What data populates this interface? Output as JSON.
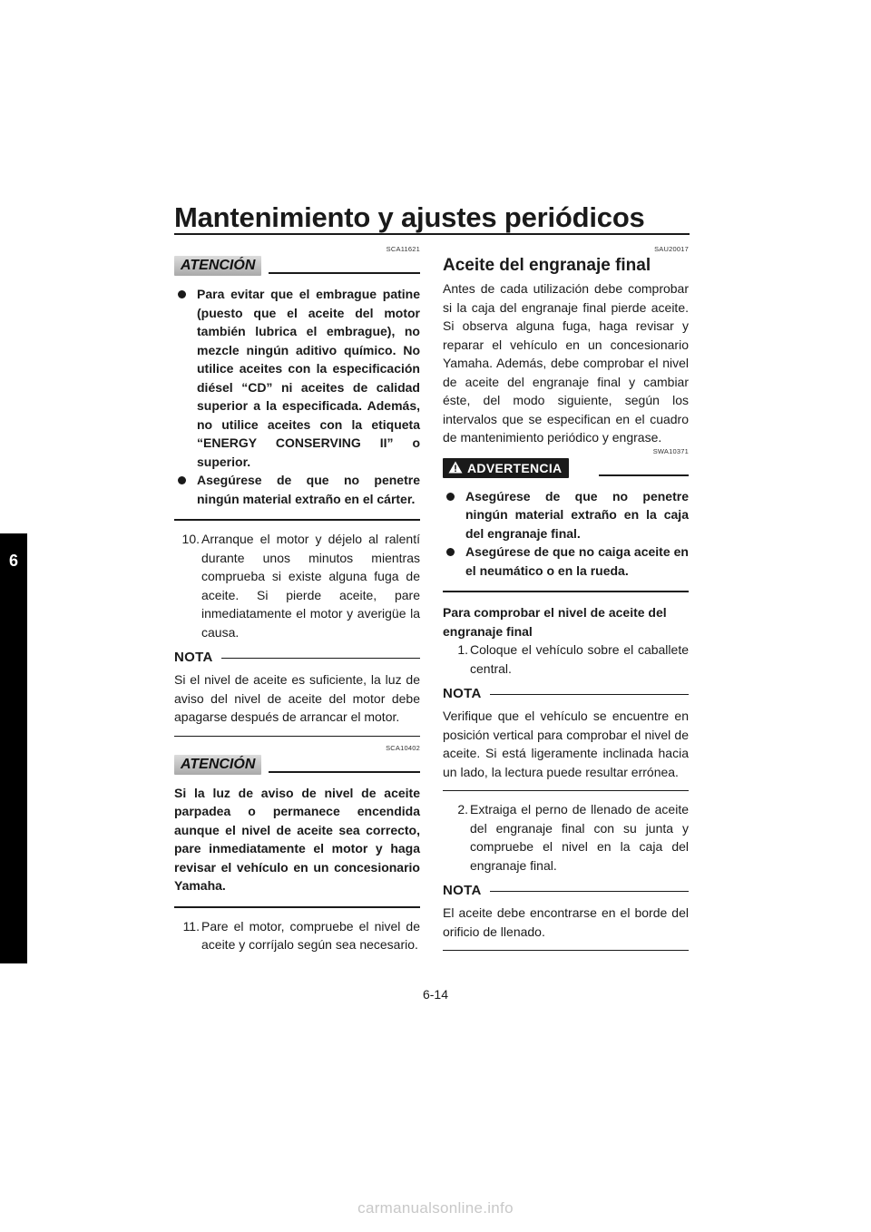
{
  "page": {
    "title": "Mantenimiento y ajustes periódicos",
    "chapter": "6",
    "page_number": "6-14",
    "watermark": "carmanualsonline.info"
  },
  "left": {
    "c1_code": "SCA11621",
    "c1_label": "ATENCIÓN",
    "c1_bullets": [
      "Para evitar que el embrague patine (puesto que el aceite del motor también lubrica el embrague), no mezcle ningún aditivo químico. No utilice aceites con la especificación diésel “CD” ni aceites de calidad superior a la especificada. Además, no utilice aceites con la etiqueta “ENERGY CONSERVING II” o superior.",
      "Asegúrese de que no penetre ningún material extraño en el cárter."
    ],
    "step10_num": "10.",
    "step10_text": "Arranque el motor y déjelo al ralentí durante unos minutos mientras comprueba si existe alguna fuga de aceite. Si pierde aceite, pare inmediatamente el motor y averigüe la causa.",
    "nota1_label": "NOTA",
    "nota1_text": "Si el nivel de aceite es suficiente, la luz de aviso del nivel de aceite del motor debe apagarse después de arrancar el motor.",
    "c2_code": "SCA10402",
    "c2_label": "ATENCIÓN",
    "c2_text": "Si la luz de aviso de nivel de aceite parpadea o permanece encendida aunque el nivel de aceite sea correcto, pare inmediatamente el motor y haga revisar el vehículo en un concesionario Yamaha.",
    "step11_num": "11.",
    "step11_text": "Pare el motor, compruebe el nivel de aceite y corríjalo según sea necesario."
  },
  "right": {
    "sec_code": "SAU20017",
    "heading": "Aceite del engranaje final",
    "intro": "Antes de cada utilización debe comprobar si la caja del engranaje final pierde aceite. Si observa alguna fuga, haga revisar y reparar el vehículo en un concesionario Yamaha. Además, debe comprobar el nivel de aceite del engranaje final y cambiar éste, del modo siguiente, según los intervalos que se especifican en el cuadro de mantenimiento periódico y engrase.",
    "warn_code": "SWA10371",
    "warn_label": "ADVERTENCIA",
    "warn_bullets": [
      "Asegúrese de que no penetre ningún material extraño en la caja del engranaje final.",
      "Asegúrese de que no caiga aceite en el neumático o en la rueda."
    ],
    "subhead": "Para comprobar el nivel de aceite del engranaje final",
    "step1_num": "1.",
    "step1_text": "Coloque el vehículo sobre el caballete central.",
    "nota2_label": "NOTA",
    "nota2_text": "Verifique que el vehículo se encuentre en posición vertical para comprobar el nivel de aceite. Si está ligeramente inclinada hacia un lado, la lectura puede resultar errónea.",
    "step2_num": "2.",
    "step2_text": "Extraiga el perno de llenado de aceite del engranaje final con su junta y compruebe el nivel en la caja del engranaje final.",
    "nota3_label": "NOTA",
    "nota3_text": "El aceite debe encontrarse en el borde del orificio de llenado."
  }
}
